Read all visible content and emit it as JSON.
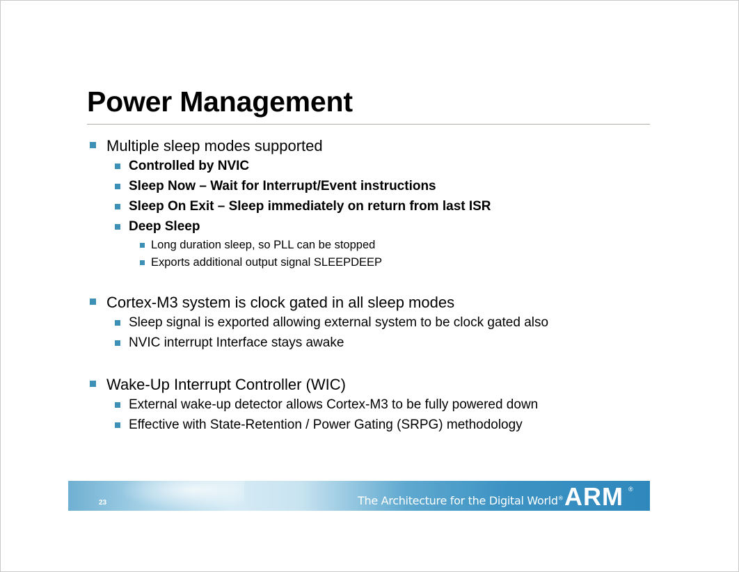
{
  "slide": {
    "title": "Power Management",
    "page_number": "23",
    "footer_tagline": "The Architecture for the Digital World",
    "footer_tagline_mark": "®",
    "logo_text": "ARM",
    "logo_mark": "®",
    "accent_color": "#3c8fb5"
  },
  "bullets": {
    "b1": "Multiple sleep modes supported",
    "b1_1": "Controlled by NVIC",
    "b1_2": "Sleep Now – Wait for Interrupt/Event instructions",
    "b1_3": "Sleep On Exit – Sleep immediately on return from last ISR",
    "b1_4": "Deep Sleep",
    "b1_4_1": "Long duration sleep, so PLL can be stopped",
    "b1_4_2": "Exports additional output signal SLEEPDEEP",
    "b2": "Cortex-M3 system is clock gated in all sleep modes",
    "b2_1": "Sleep signal is exported allowing external system to be clock gated also",
    "b2_2": "NVIC interrupt Interface stays awake",
    "b3": "Wake-Up Interrupt Controller (WIC)",
    "b3_1": "External wake-up detector allows Cortex-M3 to be fully powered down",
    "b3_2": "Effective with State-Retention / Power Gating (SRPG) methodology"
  }
}
